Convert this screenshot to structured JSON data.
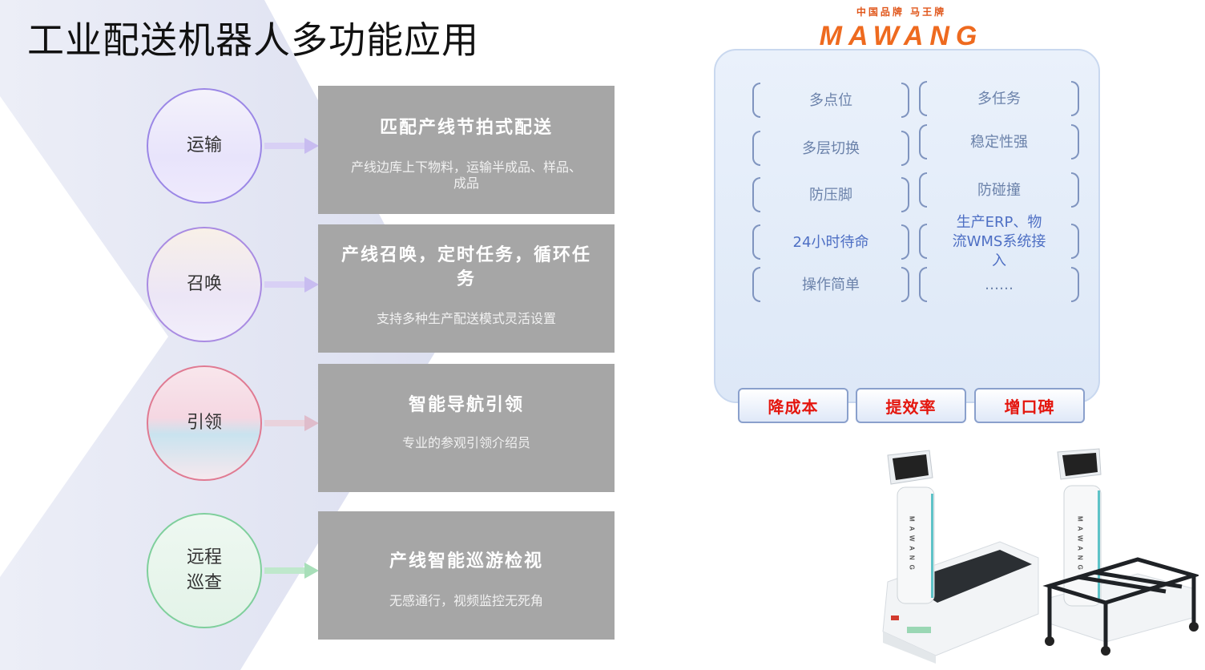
{
  "title": "工业配送机器人多功能应用",
  "applications": [
    {
      "circle": "运输",
      "heading": "匹配产线节拍式配送",
      "desc": "产线边库上下物料，运输半成品、样品、成品"
    },
    {
      "circle": "召唤",
      "heading": "产线召唤，定时任务，循环任务",
      "desc": "支持多种生产配送模式灵活设置"
    },
    {
      "circle": "引领",
      "heading": "智能导航引领",
      "desc": "专业的参观引领介绍员"
    },
    {
      "circle": "远程巡查",
      "heading": "产线智能巡游检视",
      "desc": "无感通行，视频监控无死角"
    }
  ],
  "brand": {
    "sub": "中国品牌 马王牌",
    "name": "MAWANG",
    "robot_text": "MAWANG"
  },
  "features_left": [
    "多点位",
    "多层切换",
    "防压脚",
    "24小时待命",
    "操作简单"
  ],
  "features_right": [
    "多任务",
    "稳定性强",
    "防碰撞",
    "生产ERP、物流WMS系统接入",
    "……"
  ],
  "benefits": [
    "降成本",
    "提效率",
    "增口碑"
  ],
  "colors": {
    "brand_orange": "#ee6a1f",
    "benefit_red": "#e4160e",
    "card_gray": "#a6a6a6"
  }
}
